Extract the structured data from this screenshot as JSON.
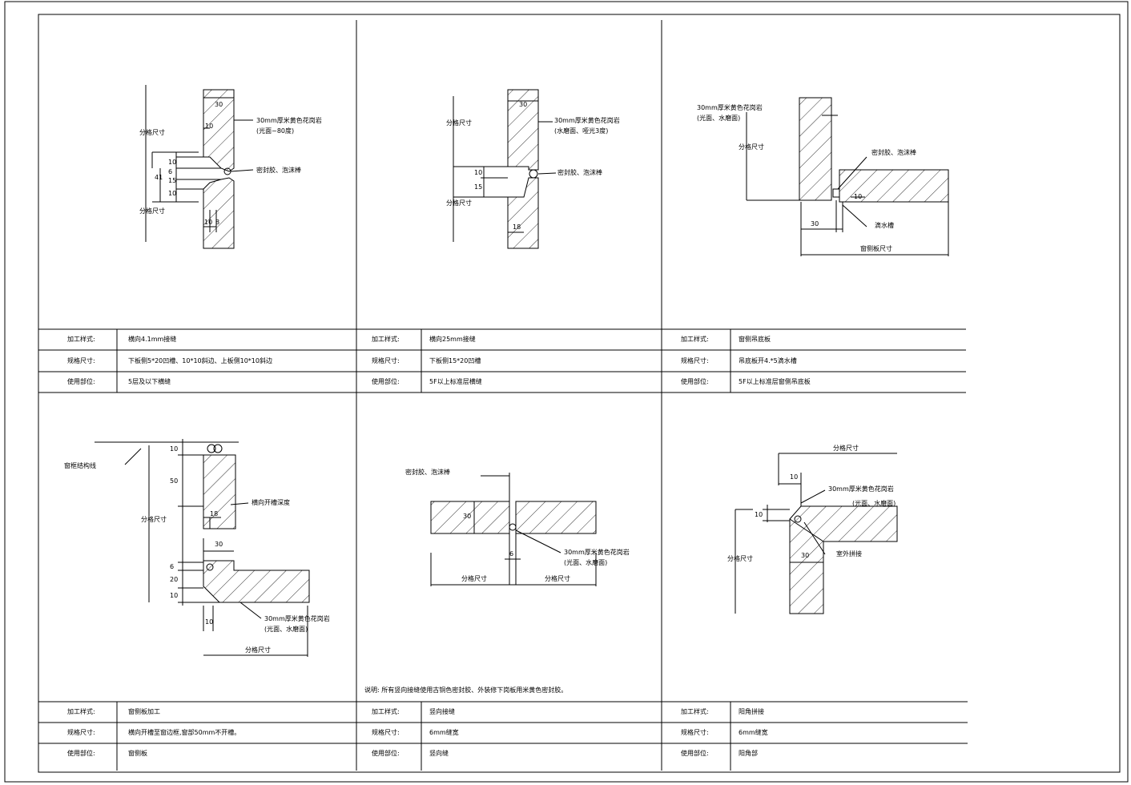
{
  "details": {
    "d1": {
      "dims": {
        "d30": "30",
        "d10a": "10",
        "d10b": "10",
        "d6": "6",
        "d15": "15",
        "d41": "41",
        "d10c": "10",
        "d10d": "10",
        "d8": "8"
      },
      "side_top": "分格尺寸",
      "side_bottom": "分格尺寸",
      "callout_stone": "30mm厚米黄色花岗岩",
      "callout_stone_sub": "(光面~80度)",
      "callout_seal": "密封胶、泡沫棒"
    },
    "d2": {
      "dims": {
        "d30": "30",
        "d10": "10",
        "d15": "15",
        "d18": "18"
      },
      "side_top": "分格尺寸",
      "side_bottom": "分格尺寸",
      "callout_stone": "30mm厚米黄色花岗岩",
      "callout_stone_sub": "(水磨面、哑光3度)",
      "callout_seal": "密封胶、泡沫棒"
    },
    "d3": {
      "dims": {
        "d30": "30",
        "d10": "10"
      },
      "callout_stone": "30mm厚米黄色花岗岩",
      "callout_stone_sub": "(光面、水磨面)",
      "side": "分格尺寸",
      "callout_seal": "密封胶、泡沫棒",
      "callout_drip": "滴水槽",
      "bottom": "窗侧板尺寸"
    },
    "d4": {
      "dims": {
        "d10a": "10",
        "d50": "50",
        "d18": "18",
        "d30": "30",
        "d6": "6",
        "d20": "20",
        "d10b": "10",
        "d10c": "10"
      },
      "callout_window": "窗框结构线",
      "callout_slot": "横向开槽深度",
      "side": "分格尺寸",
      "callout_stone": "30mm厚米黄色花岗岩",
      "callout_stone_sub": "(光面、水磨面)",
      "bottom": "分格尺寸"
    },
    "d5": {
      "dims": {
        "d30": "30",
        "d6": "6"
      },
      "callout_seal": "密封胶、泡沫棒",
      "callout_stone": "30mm厚米黄色花岗岩",
      "callout_stone_sub": "(光面、水磨面)",
      "left_bottom": "分格尺寸",
      "right_bottom": "分格尺寸"
    },
    "d6": {
      "dims": {
        "d10a": "10",
        "d10b": "10",
        "d30": "30"
      },
      "top": "分格尺寸",
      "callout_stone": "30mm厚米黄色花岗岩",
      "callout_stone_sub": "(光面、水磨面)",
      "callout_joint": "室外拼接",
      "side": "分格尺寸"
    }
  },
  "tables": {
    "row1": [
      [
        {
          "label": "加工样式:",
          "value": "横向4.1mm接缝"
        },
        {
          "label": "规格尺寸:",
          "value": "下板侧5*20凹槽、10*10斜边、上板侧10*10斜边"
        },
        {
          "label": "使用部位:",
          "value": "5层及以下横缝"
        }
      ],
      [
        {
          "label": "加工样式:",
          "value": "横向25mm接缝"
        },
        {
          "label": "规格尺寸:",
          "value": "下板侧15*20凹槽"
        },
        {
          "label": "使用部位:",
          "value": "5F以上标准层横缝"
        }
      ],
      [
        {
          "label": "加工样式:",
          "value": "窗侧吊底板"
        },
        {
          "label": "规格尺寸:",
          "value": "吊底板开4.*5滴水槽"
        },
        {
          "label": "使用部位:",
          "value": "5F以上标准层窗侧吊底板"
        }
      ]
    ],
    "row2": [
      [
        {
          "label": "加工样式:",
          "value": "窗侧板加工"
        },
        {
          "label": "规格尺寸:",
          "value": "横向开槽至窗边框,窗部50mm不开槽。"
        },
        {
          "label": "使用部位:",
          "value": "窗侧板"
        }
      ],
      [
        {
          "label": "加工样式:",
          "value": "竖向接缝"
        },
        {
          "label": "规格尺寸:",
          "value": "6mm缝宽"
        },
        {
          "label": "使用部位:",
          "value": "竖向缝"
        }
      ],
      [
        {
          "label": "加工样式:",
          "value": "阳角拼接"
        },
        {
          "label": "规格尺寸:",
          "value": "6mm缝宽"
        },
        {
          "label": "使用部位:",
          "value": "阳角部"
        }
      ]
    ]
  },
  "note": "说明: 所有竖向接缝使用古铜色密封胶、外装修下岗板用米黄色密封胶。"
}
